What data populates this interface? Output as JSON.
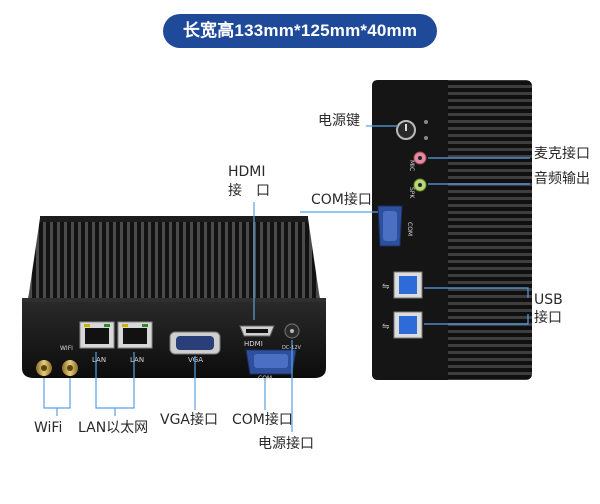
{
  "header": {
    "dimensions": "长宽高133mm*125mm*40mm"
  },
  "labels": {
    "power_button": "电源键",
    "mic_port": "麦克接口",
    "audio_out": "音频输出",
    "hdmi_line1": "HDMI",
    "hdmi_line2": "接　口",
    "com_top": "COM接口",
    "usb_line1": "USB",
    "usb_line2": "接口",
    "wifi": "WiFi",
    "lan": "LAN以太网",
    "vga": "VGA接口",
    "com_bottom": "COM接口",
    "power_port": "电源接口"
  },
  "silkscreen": {
    "wifi": "WIFI",
    "lan1": "LAN",
    "lan2": "LAN",
    "vga": "VGA",
    "hdmi": "HDMI",
    "com_front": "COM",
    "dc": "DC-12V",
    "mic": "MIC",
    "spk": "SPK",
    "com_side": "COM"
  },
  "colors": {
    "header_bg": "#1f4a9a",
    "line": "#5aa0e6",
    "chassis": "#141414",
    "port_blue": "#2e4f9c"
  }
}
